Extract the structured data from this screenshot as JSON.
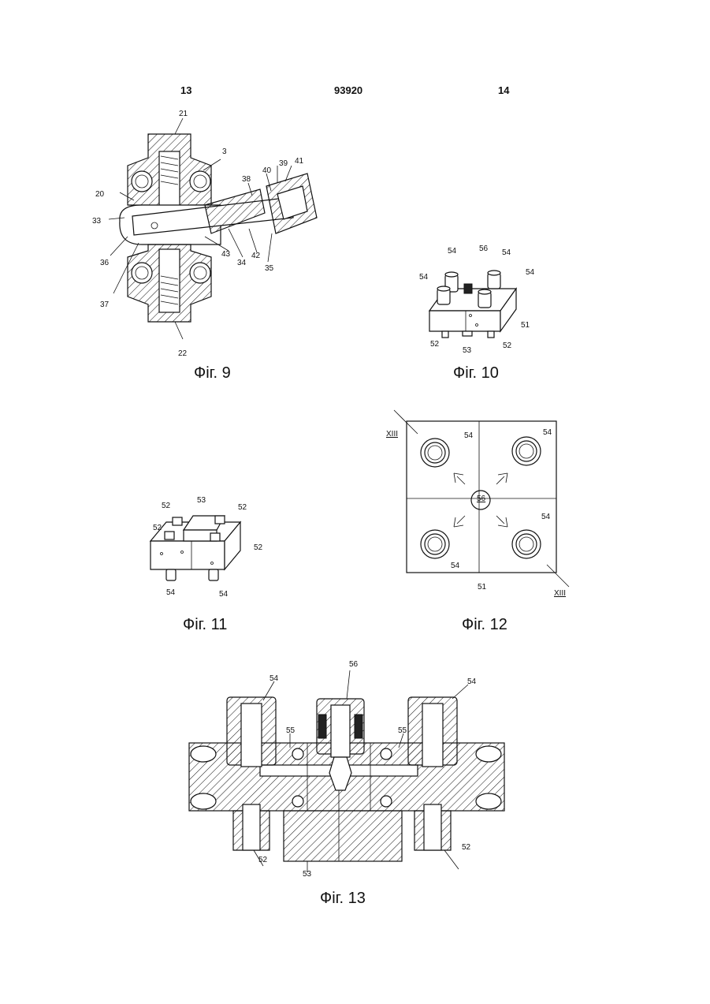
{
  "header": {
    "left_page": "13",
    "doc_number": "93920",
    "right_page": "14"
  },
  "figures": [
    {
      "caption": "Фіг. 9",
      "labels": [
        "21",
        "3",
        "41",
        "39",
        "40",
        "38",
        "20",
        "33",
        "36",
        "37",
        "43",
        "34",
        "42",
        "35",
        "22"
      ]
    },
    {
      "caption": "Фіг. 10",
      "labels": [
        "54",
        "56",
        "54",
        "54",
        "54",
        "51",
        "52",
        "53",
        "52"
      ]
    },
    {
      "caption": "Фіг. 11",
      "labels": [
        "52",
        "53",
        "52",
        "52",
        "52",
        "54",
        "54"
      ]
    },
    {
      "caption": "Фіг. 12",
      "labels": [
        "XIII",
        "54",
        "54",
        "56",
        "54",
        "54",
        "51",
        "XIII"
      ]
    },
    {
      "caption": "Фіг. 13",
      "labels": [
        "54",
        "56",
        "54",
        "55",
        "55",
        "52",
        "53",
        "52"
      ]
    }
  ]
}
